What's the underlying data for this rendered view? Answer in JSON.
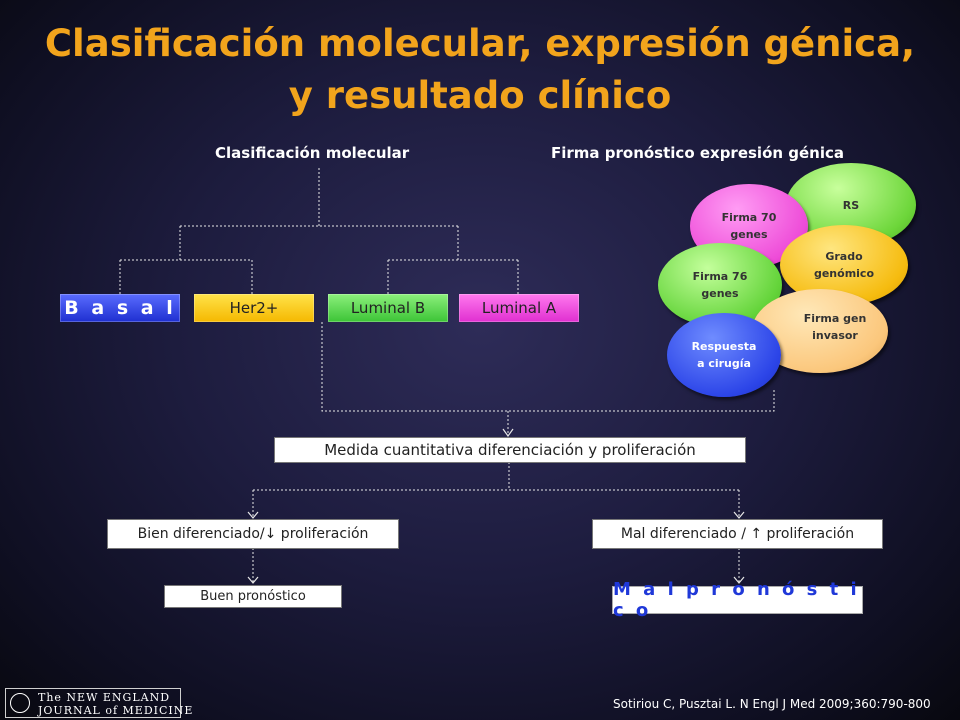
{
  "slide": {
    "title_line1": "Clasificación molecular, expresión génica,",
    "title_line2": "y resultado clínico"
  },
  "headers": {
    "molecular": "Clasificación  molecular",
    "signature": "Firma pronóstico  expresión génica"
  },
  "molecular_classes": {
    "basal": "B a s a l",
    "her2": "Her2+",
    "luminal_b": "Luminal B",
    "luminal_a": "Luminal A"
  },
  "signatures": {
    "rs": "RS",
    "firma70_1": "Firma 70",
    "firma70_2": "genes",
    "grado_1": "Grado",
    "grado_2": "genómico",
    "firma76_1": "Firma 76",
    "firma76_2": "genes",
    "invasor_1": "Firma gen",
    "invasor_2": "invasor",
    "respuesta_1": "Respuesta",
    "respuesta_2": "a cirugía"
  },
  "flow": {
    "medida": "Medida cuantitativa diferenciación y proliferación",
    "bien": "Bien diferenciado/↓ proliferación",
    "mal_dif": "Mal diferenciado / ↑ proliferación",
    "buen": "Buen pronóstico",
    "mal_pron": "M a l   p r o n ó s t i c o"
  },
  "footer": {
    "logo_line1": "The NEW ENGLAND",
    "logo_line2": "JOURNAL of MEDICINE",
    "citation": "Sotiriou C, Pusztai L. N Engl J Med 2009;360:790-800"
  },
  "colors": {
    "title": "#f2a41c",
    "basal": "#2d3fe0",
    "her2": "#fcc21c",
    "luminal_b": "#5ad54c",
    "luminal_a": "#f04fe0",
    "mal_pronostico_text": "#1f38d8"
  }
}
